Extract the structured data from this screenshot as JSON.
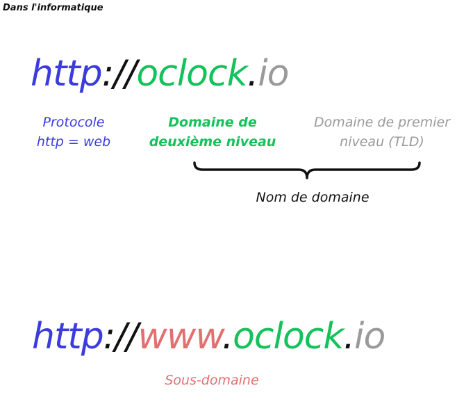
{
  "heading": "Dans l'informatique",
  "colors": {
    "protocol": "#3b3be0",
    "separator": "#111111",
    "second_level": "#14c25b",
    "tld": "#9a9a9a",
    "subdomain": "#e27070"
  },
  "example1": {
    "protocol": "http",
    "separator": "://",
    "second_level": "oclock",
    "dot": ".",
    "tld": "io"
  },
  "labels": {
    "protocol_line1": "Protocole",
    "protocol_line2": "http = web",
    "second_level_line1": "Domaine de",
    "second_level_line2": "deuxième niveau",
    "tld_line1": "Domaine de premier",
    "tld_line2": "niveau (TLD)",
    "domain_name": "Nom de domaine"
  },
  "example2": {
    "protocol": "http",
    "separator": "://",
    "subdomain": "www",
    "dot1": ".",
    "second_level": "oclock",
    "dot2": ".",
    "tld": "io"
  },
  "subdomain_label": "Sous-domaine"
}
